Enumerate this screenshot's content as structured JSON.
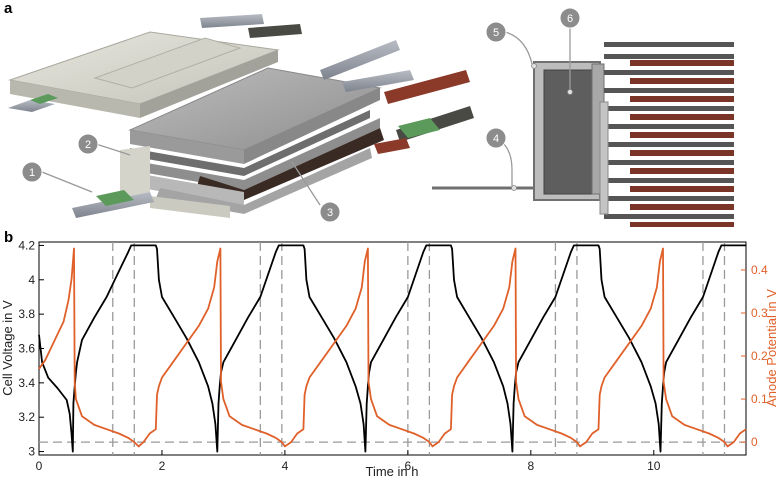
{
  "panel_labels": {
    "a": "a",
    "b": "b"
  },
  "callouts": [
    "1",
    "2",
    "3",
    "4",
    "5",
    "6"
  ],
  "colors": {
    "voltage": "#000000",
    "anode": "#E0602A",
    "dashed": "#9a9a9a",
    "copper": "#8B3A2A",
    "tab_green": "#5C9A5C",
    "pouch": "#D8D8D0",
    "stack_gray": "#A8A8A8",
    "dark": "#4A4A4A"
  },
  "icons": {
    "panel_a_left": "exploded-pouch-cell-illustration",
    "panel_a_right": "pouch-cell-cross-section-illustration"
  },
  "chart_data": {
    "type": "line",
    "xlabel": "Time in h",
    "ylabel_left": "Cell Voltage in V",
    "ylabel_right": "Anode Potential in V",
    "xlim": [
      0,
      11.5
    ],
    "ylim_left": [
      2.98,
      4.22
    ],
    "ylim_right": [
      -0.03,
      0.465
    ],
    "x_ticks": [
      0,
      2,
      4,
      6,
      8,
      10
    ],
    "y_ticks_left": [
      3,
      3.2,
      3.4,
      3.6,
      3.8,
      4,
      4.2
    ],
    "y_ticks_right": [
      0,
      0.1,
      0.2,
      0.3,
      0.4
    ],
    "grid": false,
    "series": [
      {
        "axis": "left",
        "color": "#000000",
        "x": [
          0,
          0.05,
          0.15,
          0.3,
          0.45,
          0.5,
          0.53,
          0.55,
          0.56,
          0.58,
          0.6,
          0.62,
          0.7,
          0.9,
          1.1,
          1.3,
          1.45,
          1.5,
          1.55,
          1.9,
          1.92,
          1.95,
          2.0,
          2.2,
          2.4,
          2.6,
          2.75,
          2.82,
          2.87,
          2.9,
          2.92,
          2.94,
          2.96,
          3.0,
          3.2,
          3.4,
          3.6,
          3.85,
          3.9,
          3.95,
          4.3,
          4.32,
          4.35,
          4.4,
          4.6,
          4.8,
          5.0,
          5.15,
          5.23,
          5.28,
          5.31,
          5.33,
          5.35,
          5.37,
          5.4,
          5.6,
          5.8,
          6.0,
          6.25,
          6.3,
          6.35,
          6.7,
          6.72,
          6.75,
          6.8,
          7.0,
          7.2,
          7.4,
          7.55,
          7.62,
          7.67,
          7.7,
          7.72,
          7.74,
          7.76,
          7.8,
          8.0,
          8.2,
          8.4,
          8.65,
          8.7,
          8.75,
          9.1,
          9.12,
          9.15,
          9.2,
          9.4,
          9.6,
          9.8,
          9.95,
          10.03,
          10.08,
          10.11,
          10.13,
          10.15,
          10.17,
          10.2,
          10.4,
          10.6,
          10.8,
          11.05,
          11.1,
          11.15,
          11.5
        ],
        "y": [
          3.68,
          3.52,
          3.43,
          3.37,
          3.3,
          3.22,
          3.1,
          3.0,
          3.28,
          3.38,
          3.46,
          3.52,
          3.65,
          3.78,
          3.9,
          4.05,
          4.16,
          4.2,
          4.2,
          4.2,
          4.18,
          4.0,
          3.9,
          3.78,
          3.66,
          3.52,
          3.38,
          3.28,
          3.16,
          3.0,
          3.28,
          3.38,
          3.46,
          3.52,
          3.65,
          3.78,
          3.9,
          4.16,
          4.2,
          4.2,
          4.2,
          4.18,
          4.0,
          3.9,
          3.78,
          3.66,
          3.52,
          3.38,
          3.28,
          3.16,
          3.0,
          3.28,
          3.38,
          3.46,
          3.52,
          3.65,
          3.78,
          3.9,
          4.16,
          4.2,
          4.2,
          4.2,
          4.18,
          4.0,
          3.9,
          3.78,
          3.66,
          3.52,
          3.38,
          3.28,
          3.16,
          3.0,
          3.28,
          3.38,
          3.46,
          3.52,
          3.65,
          3.78,
          3.9,
          4.16,
          4.2,
          4.2,
          4.2,
          4.18,
          4.0,
          3.9,
          3.78,
          3.66,
          3.52,
          3.38,
          3.28,
          3.16,
          3.0,
          3.28,
          3.38,
          3.46,
          3.52,
          3.65,
          3.78,
          3.9,
          4.16,
          4.2,
          4.2,
          4.2
        ]
      },
      {
        "axis": "right",
        "color": "#E0602A",
        "x": [
          0,
          0.1,
          0.2,
          0.3,
          0.4,
          0.48,
          0.53,
          0.57,
          0.58,
          0.6,
          0.7,
          0.9,
          1.1,
          1.3,
          1.45,
          1.55,
          1.62,
          1.7,
          1.8,
          1.9,
          1.92,
          1.95,
          2.0,
          2.2,
          2.4,
          2.6,
          2.75,
          2.85,
          2.9,
          2.95,
          2.96,
          3.0,
          3.1,
          3.3,
          3.5,
          3.7,
          3.85,
          3.95,
          4.0,
          4.1,
          4.2,
          4.3,
          4.32,
          4.35,
          4.4,
          4.6,
          4.8,
          5.0,
          5.15,
          5.25,
          5.3,
          5.35,
          5.36,
          5.4,
          5.5,
          5.7,
          5.9,
          6.1,
          6.25,
          6.35,
          6.4,
          6.5,
          6.6,
          6.7,
          6.72,
          6.75,
          6.8,
          7.0,
          7.2,
          7.4,
          7.55,
          7.65,
          7.7,
          7.75,
          7.76,
          7.8,
          7.9,
          8.1,
          8.3,
          8.5,
          8.65,
          8.75,
          8.8,
          8.9,
          9.0,
          9.1,
          9.12,
          9.15,
          9.2,
          9.4,
          9.6,
          9.8,
          9.95,
          10.05,
          10.1,
          10.15,
          10.16,
          10.2,
          10.3,
          10.5,
          10.7,
          10.9,
          11.05,
          11.15,
          11.2,
          11.3,
          11.4,
          11.5
        ],
        "y": [
          0.17,
          0.19,
          0.22,
          0.25,
          0.28,
          0.33,
          0.38,
          0.45,
          0.14,
          0.1,
          0.06,
          0.04,
          0.03,
          0.02,
          0.01,
          0.0,
          -0.01,
          0.0,
          0.02,
          0.03,
          0.11,
          0.13,
          0.15,
          0.19,
          0.23,
          0.27,
          0.31,
          0.36,
          0.42,
          0.45,
          0.14,
          0.1,
          0.06,
          0.04,
          0.03,
          0.02,
          0.01,
          0.0,
          -0.01,
          0.0,
          0.02,
          0.03,
          0.11,
          0.13,
          0.15,
          0.19,
          0.23,
          0.27,
          0.31,
          0.36,
          0.42,
          0.45,
          0.14,
          0.1,
          0.06,
          0.04,
          0.03,
          0.02,
          0.01,
          0.0,
          -0.01,
          0.0,
          0.02,
          0.03,
          0.11,
          0.13,
          0.15,
          0.19,
          0.23,
          0.27,
          0.31,
          0.36,
          0.42,
          0.45,
          0.14,
          0.1,
          0.06,
          0.04,
          0.03,
          0.02,
          0.01,
          0.0,
          -0.01,
          0.0,
          0.02,
          0.03,
          0.11,
          0.13,
          0.15,
          0.19,
          0.23,
          0.27,
          0.31,
          0.36,
          0.42,
          0.45,
          0.14,
          0.1,
          0.06,
          0.04,
          0.03,
          0.02,
          0.01,
          0.0,
          -0.01,
          0.0,
          0.02,
          0.03
        ]
      }
    ],
    "reference_lines": {
      "horizontal_right_axis": [
        0.0
      ],
      "vertical_x": [
        1.2,
        1.55,
        3.6,
        3.95,
        6.0,
        6.35,
        8.4,
        8.75,
        10.8,
        11.15
      ]
    }
  }
}
